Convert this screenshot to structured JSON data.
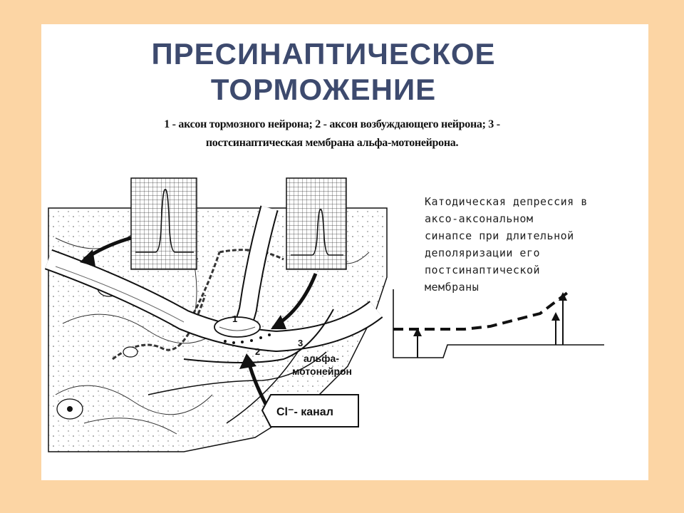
{
  "slide": {
    "title_line1": "ПРЕСИНАПТИЧЕСКОЕ",
    "title_line2": "ТОРМОЖЕНИЕ",
    "caption_line1": "1 - аксон тормозного нейрона; 2 - аксон возбуждающего нейрона; 3 -",
    "caption_line2": "постсинаптическая мембрана альфа-мотонейрона."
  },
  "diagram": {
    "label_1": "1",
    "label_2": "2",
    "label_3": "3",
    "alpha_label_line1": "альфа-",
    "alpha_label_line2": "мотонейрон",
    "channel_label": "Cl⁻- канал"
  },
  "annotation": {
    "lines": [
      "Катодическая депрессия в",
      "аксо-аксональном",
      "синапсе при длительной",
      "деполяризации его",
      "постсинаптической",
      "мембраны"
    ]
  }
}
